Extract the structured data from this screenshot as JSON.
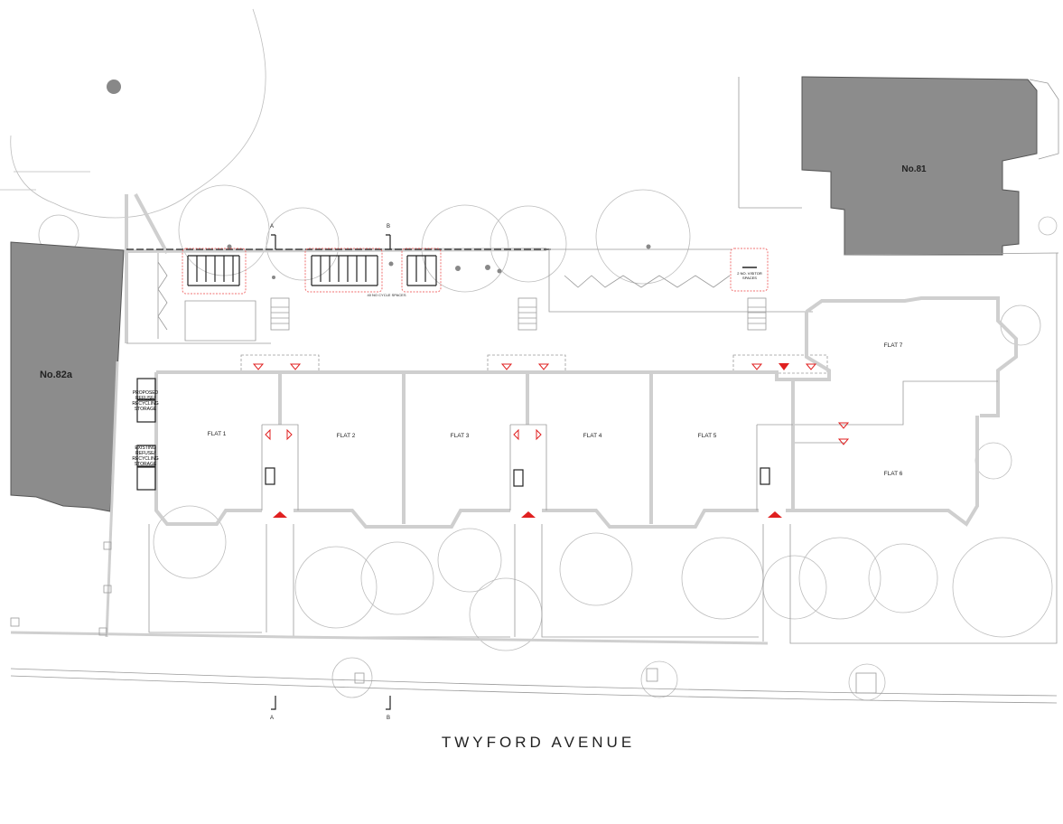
{
  "buildings": {
    "left_neighbour": "No.82a",
    "right_neighbour": "No.81"
  },
  "flats": [
    "FLAT 1",
    "FLAT 2",
    "FLAT 3",
    "FLAT 4",
    "FLAT 5",
    "FLAT 7",
    "FLAT 6"
  ],
  "storage": {
    "proposed": "PROPOSED REFUSE/ RECYCLING STORAGE",
    "existing": "EXISTING REFUSE/ RECYCLING STORAGE"
  },
  "parking": {
    "cycle_spaces": "40 NO CYCLE SPACES",
    "visitor_spaces": "2 NO. VISITOR SPACES"
  },
  "section_markers": [
    "A",
    "B",
    "A",
    "B"
  ],
  "street_name": "TWYFORD AVENUE",
  "colors": {
    "building_fill": "#8c8c8c",
    "entrance_arrow": "#e02020",
    "cycle_boundary": "#f07070"
  }
}
